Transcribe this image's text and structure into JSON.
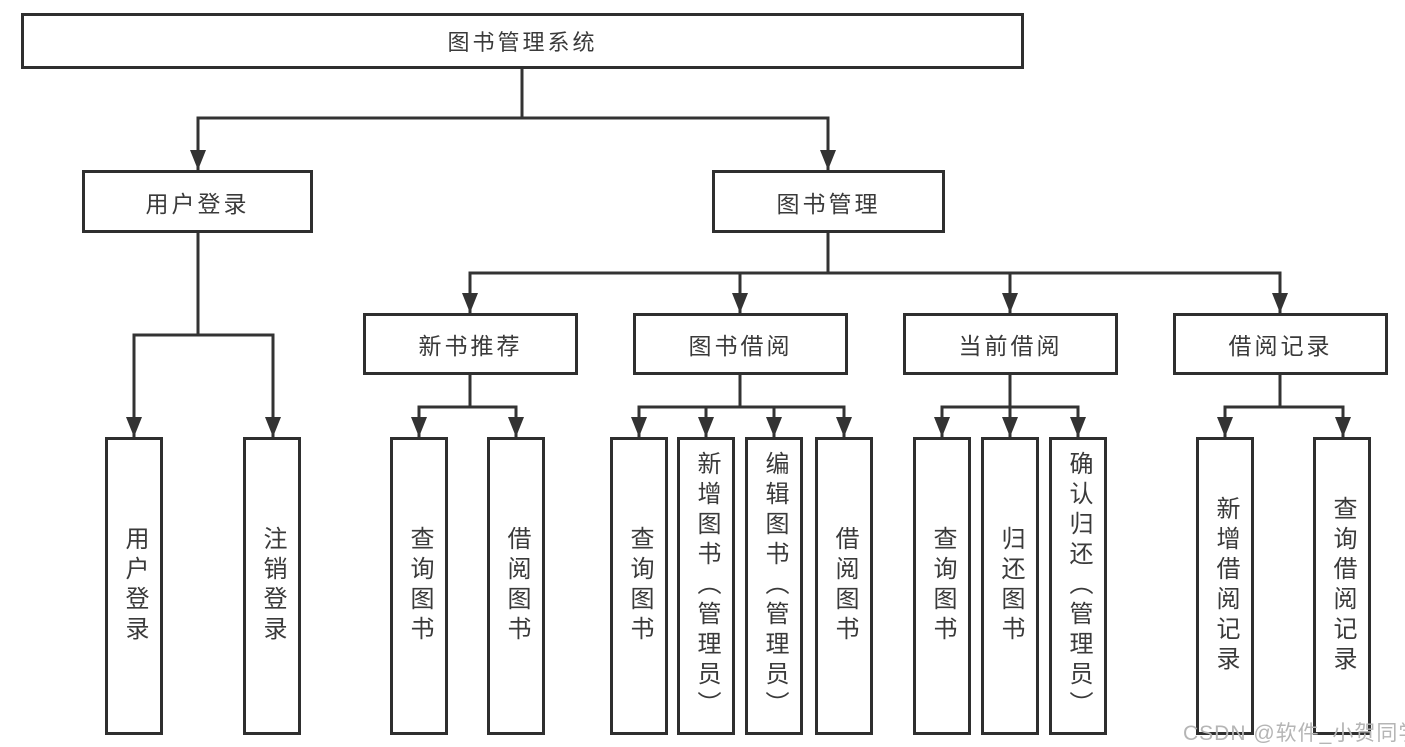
{
  "diagram": {
    "root": "图书管理系统",
    "level2": {
      "user_login": {
        "label": "用户登录",
        "children": [
          "用户登录",
          "注销登录"
        ]
      },
      "book_management": {
        "label": "图书管理",
        "groups": [
          {
            "label": "新书推荐",
            "children": [
              "查询图书",
              "借阅图书"
            ]
          },
          {
            "label": "图书借阅",
            "children": [
              "查询图书",
              "新增图书（管理员）",
              "编辑图书（管理员）",
              "借阅图书"
            ]
          },
          {
            "label": "当前借阅",
            "children": [
              "查询图书",
              "归还图书",
              "确认归还（管理员）"
            ]
          },
          {
            "label": "借阅记录",
            "children": [
              "新增借阅记录",
              "查询借阅记录"
            ]
          }
        ]
      }
    },
    "line_color": "#333333",
    "border_color": "#2f2f2f",
    "text_color": "#3a3a3a"
  },
  "watermark": {
    "text": "CSDN @软件_小贺同学",
    "color": "#b5b5b5"
  }
}
